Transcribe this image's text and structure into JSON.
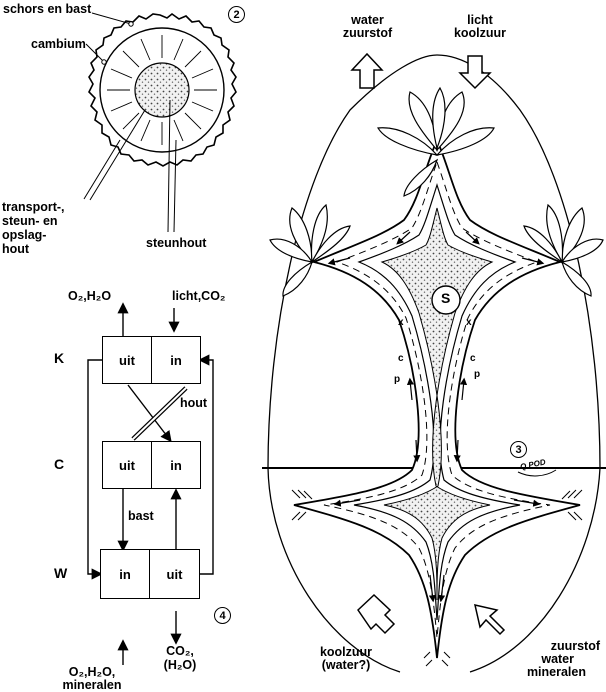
{
  "stem_cross_section": {
    "number": "2",
    "label_bark": "schors en bast",
    "label_cambium": "cambium",
    "label_transport_lines": [
      "transport-,",
      "steun- en",
      "opslag-",
      "hout"
    ],
    "label_heartwood": "steunhout"
  },
  "block_scheme": {
    "number": "4",
    "top_out": "O₂,H₂O",
    "top_in": "licht,CO₂",
    "row_k": "K",
    "row_c": "C",
    "row_w": "W",
    "box_out": "uit",
    "box_in": "in",
    "edge_wood": "hout",
    "edge_bark": "bast",
    "bottom_in_lines": [
      "O₂,H₂O,",
      "mineralen"
    ],
    "bottom_out_lines": [
      "CO₂,",
      "(H₂O)"
    ]
  },
  "tree_diagram": {
    "number": "3",
    "center": "S",
    "top_left_lines": [
      "water",
      "zuurstof"
    ],
    "top_right_lines": [
      "licht",
      "koolzuur"
    ],
    "bottom_left_lines": [
      "koolzuur",
      "(water?)"
    ],
    "bottom_right_lines": [
      "zuurstof",
      "water",
      "mineralen"
    ],
    "tissue_x": "x",
    "tissue_c": "c",
    "tissue_p": "p",
    "signature": "Q.POD"
  },
  "colors": {
    "ink": "#000000",
    "paper": "#ffffff",
    "stipple": "#555555"
  }
}
